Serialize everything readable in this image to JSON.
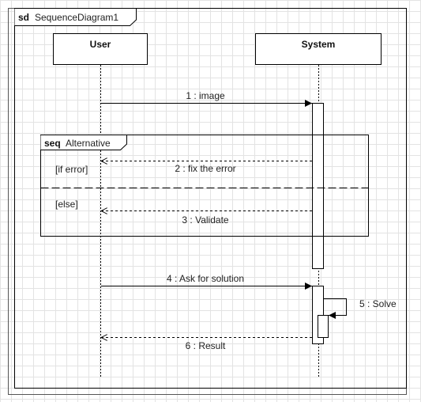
{
  "frame": {
    "keyword": "sd",
    "name": "SequenceDiagram1"
  },
  "lifelines": {
    "user": {
      "label": "User"
    },
    "system": {
      "label": "System"
    }
  },
  "fragment": {
    "keyword": "seq",
    "name": "Alternative",
    "guard_1": "[if error]",
    "guard_2": "[else]"
  },
  "messages": {
    "m1": "1 : image",
    "m2": "2 : fix the error",
    "m3": "3 : Validate",
    "m4": "4 : Ask for solution",
    "m5": "5 : Solve",
    "m6": "6 : Result"
  },
  "colors": {
    "line": "#000000",
    "grid": "#e3e3e3",
    "fill": "#ffffff"
  }
}
